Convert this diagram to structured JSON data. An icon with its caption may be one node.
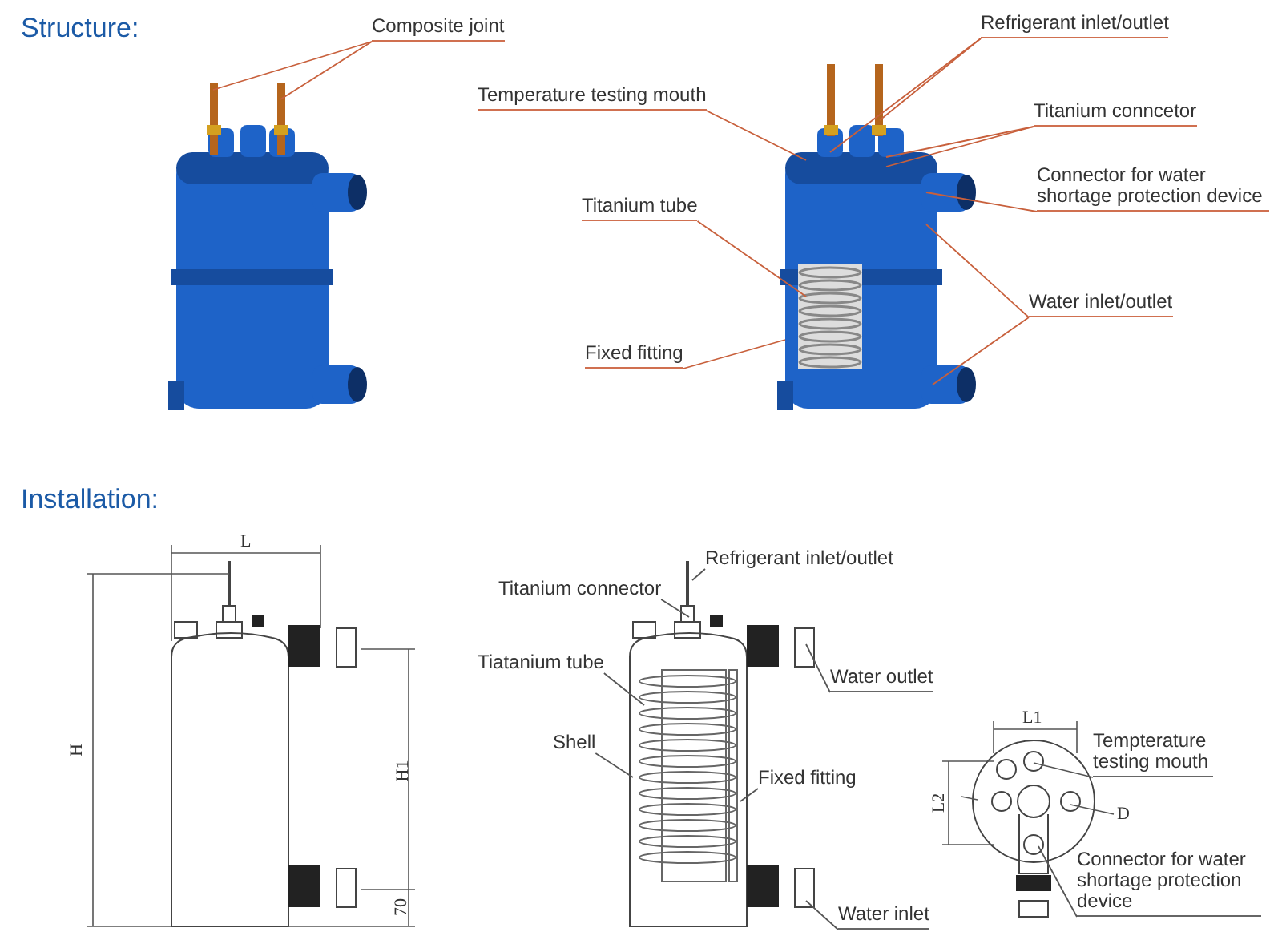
{
  "diagram": {
    "nodes": [
      {
        "text": [
          "Composite joint"
        ]
      },
      {
        "text": [
          "Refrigerant inlet/outlet"
        ]
      },
      {
        "text": [
          "Temperature testing mouth"
        ]
      },
      {
        "text": [
          "Titanium conncetor"
        ]
      },
      {
        "text": [
          "Connector for water shortage protection device"
        ]
      },
      {
        "text": [
          "Titanium tube"
        ]
      },
      {
        "text": [
          "Water inlet/outlet"
        ]
      },
      {
        "text": [
          "Fixed fitting"
        ]
      },
      {
        "text": [
          "Refrigerant inlet/outlet"
        ]
      },
      {
        "text": [
          "Titanium connector"
        ]
      },
      {
        "text": [
          "Tiatanium tube"
        ]
      },
      {
        "text": [
          "Water outlet"
        ]
      },
      {
        "text": [
          "Shell"
        ]
      },
      {
        "text": [
          "Fixed fitting"
        ]
      },
      {
        "text": [
          "Water inlet"
        ]
      },
      {
        "text": [
          "Tempterature testing mouth"
        ]
      },
      {
        "text": [
          "Connector for water shortage protection device"
        ]
      },
      {
        "text": [],
        "shape": "picture"
      },
      {
        "text": [],
        "shape": "picture"
      },
      {
        "text": [],
        "shape": "picture"
      },
      {
        "text": [],
        "shape": "picture"
      }
    ],
    "edges": [
      {
        "from": 0,
        "to": 17,
        "arrow": "none"
      },
      {
        "from": 0,
        "to": 17,
        "arrow": "none"
      },
      {
        "from": 1,
        "to": 18,
        "arrow": "none"
      },
      {
        "from": 1,
        "to": 18,
        "arrow": "none"
      },
      {
        "from": 2,
        "to": 18,
        "arrow": "none"
      },
      {
        "from": 3,
        "to": 18,
        "arrow": "none"
      },
      {
        "from": 3,
        "to": 18,
        "arrow": "none"
      },
      {
        "from": 4,
        "to": 18,
        "arrow": "none"
      },
      {
        "from": 5,
        "to": 18,
        "arrow": "none"
      },
      {
        "from": 6,
        "to": 18,
        "arrow": "none"
      },
      {
        "from": 6,
        "to": 18,
        "arrow": "none"
      },
      {
        "from": 7,
        "to": 18,
        "arrow": "none"
      },
      {
        "from": 8,
        "to": 19,
        "arrow": "none",
        "color": "#555555"
      },
      {
        "from": 9,
        "to": 19,
        "arrow": "none",
        "color": "#555555"
      },
      {
        "from": 10,
        "to": 19,
        "arrow": "none",
        "color": "#555555"
      },
      {
        "from": 11,
        "to": 19,
        "arrow": "none",
        "color": "#555555"
      },
      {
        "from": 12,
        "to": 19,
        "arrow": "none",
        "color": "#555555"
      },
      {
        "from": 13,
        "to": 19,
        "arrow": "none",
        "color": "#555555"
      },
      {
        "from": 14,
        "to": 19,
        "arrow": "none",
        "color": "#555555"
      },
      {
        "from": 15,
        "to": 20,
        "arrow": "none",
        "color": "#555555"
      },
      {
        "from": 16,
        "to": 20,
        "arrow": "none",
        "color": "#555555"
      }
    ],
    "labels": [
      "Structure:",
      "Installation:",
      "L",
      "H",
      "H1",
      "70",
      "L1",
      "L2",
      "D"
    ]
  }
}
